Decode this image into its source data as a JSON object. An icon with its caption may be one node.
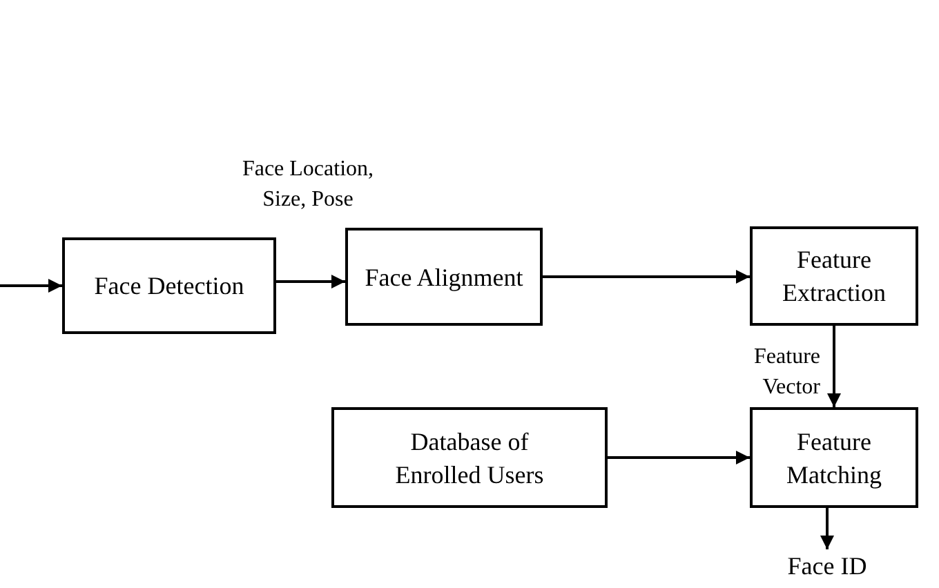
{
  "diagram": {
    "nodes": [
      {
        "text": [
          "Face Detection"
        ]
      },
      {
        "text": [
          "Face Alignment"
        ]
      },
      {
        "text": [
          "Feature Extraction"
        ]
      },
      {
        "text": [
          "Database of Enrolled Users"
        ]
      },
      {
        "text": [
          "Feature Matching"
        ]
      },
      {
        "text": [
          "Face ID"
        ]
      }
    ],
    "edges": [
      {
        "from": null,
        "to": 0,
        "arrow": "to"
      },
      {
        "from": 0,
        "to": 1,
        "arrow": "to",
        "label": "Face Location, Size, Pose"
      },
      {
        "from": 1,
        "to": 2,
        "arrow": "to"
      },
      {
        "from": 2,
        "to": 4,
        "arrow": "to",
        "label": "Feature Vector"
      },
      {
        "from": 3,
        "to": 4,
        "arrow": "to"
      },
      {
        "from": 4,
        "to": 5,
        "arrow": "to"
      }
    ]
  }
}
